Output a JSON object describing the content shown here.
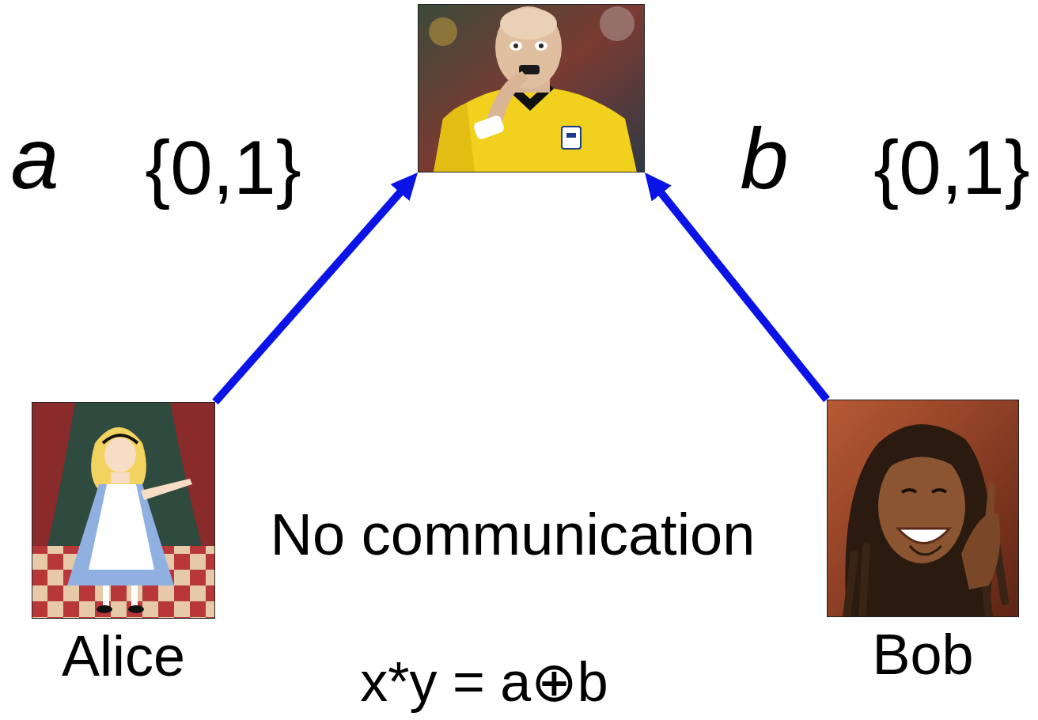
{
  "diagram": {
    "nodes": [
      {
        "text": []
      },
      {
        "text": [
          "Alice"
        ]
      },
      {
        "text": [
          "Bob"
        ]
      }
    ],
    "edges": [
      {
        "from": 1,
        "to": 0,
        "arrow": "to"
      },
      {
        "from": 2,
        "to": 0,
        "arrow": "to"
      }
    ],
    "labels": [
      "a",
      "{0,1}",
      "b",
      "{0,1}",
      "No communication",
      "x*y = a⊕b"
    ]
  }
}
